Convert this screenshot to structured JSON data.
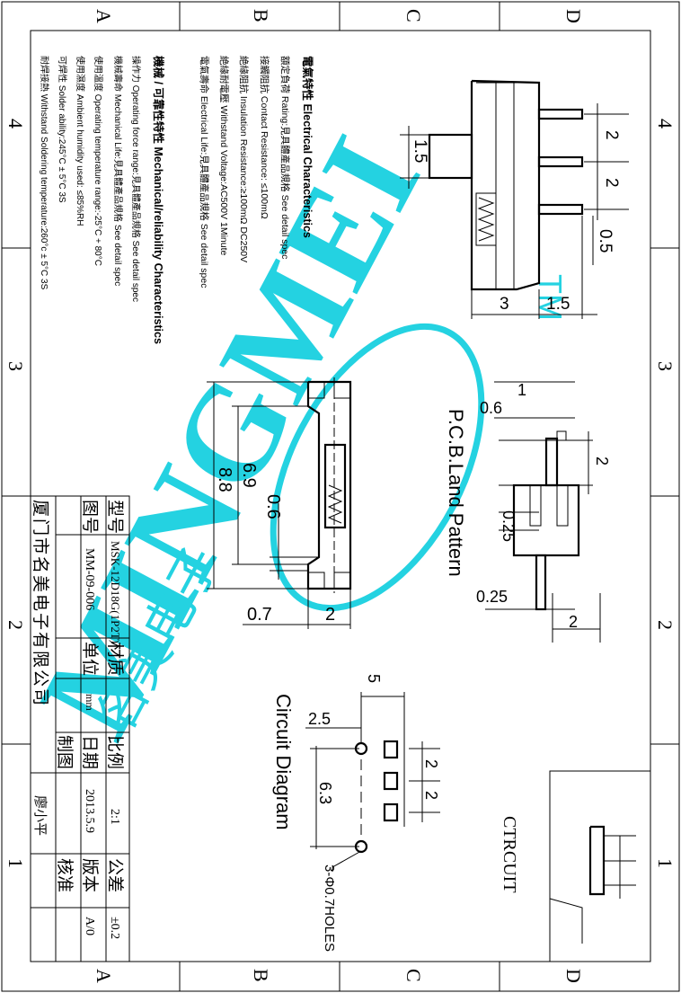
{
  "frame": {
    "cols_top": [
      "A",
      "B",
      "C",
      "D"
    ],
    "cols_bottom": [
      "A",
      "B",
      "C",
      "D"
    ],
    "rows_left": [
      "4",
      "3",
      "2",
      "1"
    ],
    "rows_right": [
      "4",
      "3",
      "2",
      "1"
    ]
  },
  "specs": {
    "electrical_title": "電氣特性 Electrical Characteristics",
    "electrical_lines": [
      "額定負荷 Rating:見具體產品規格 See detail spec",
      "接觸阻抗 Contact Resistance: ≤100mΩ",
      "絶緣阻抗 Insulation Resistance:≥100mΩ DC250V",
      "絶緣耐電壓 Withstand Voltage:AC500V 1Minute",
      "電氣壽命 Electrical Life:見具體產品規格 See detail spec"
    ],
    "mechanical_title": "機械 / 可靠性特性 Mechanical/reliability Characteristics",
    "mechanical_lines": [
      "操作力 Operating force range:見具體產品規格 See detail spec",
      "機械壽命 Mechanical Life:見具體產品規格 See detail spec",
      "使用溫度 Operating temperature range:-25°C + 80°C",
      "使用濕度 Ambient humidity used: ≤85%RH",
      "可焊性 Solder ability:245°C ± 5°C 3S",
      "耐焊接熱 Withstand Soldering temperature:260°c ± 5°C 3S"
    ]
  },
  "dims": {
    "side_view": [
      "1.5",
      "2",
      "2",
      "0.5",
      "3",
      "1.5"
    ],
    "top_view": [
      "8.8",
      "6.9",
      "0.6",
      "0.7",
      "2"
    ],
    "pcb": [
      "1",
      "0.6",
      "2",
      "0.25",
      "0.25",
      "2"
    ],
    "circuit": [
      "5",
      "2.5",
      "2",
      "2",
      "6.3"
    ],
    "holes_label": "3-Φ0.7HOLES"
  },
  "labels": {
    "pcb_title": "P.C.B.Land Pattern",
    "circuit_title": "Circuit Diagram",
    "ctrcuit": "CTRCUIT",
    "watermark_main": "MINGMEI",
    "watermark_tm": "TM",
    "watermark_cn": "名美电子"
  },
  "title_block": {
    "model_label": "型号",
    "model_value": "MSK-12D18G(1P2T)",
    "material_label": "材质",
    "scale_label": "比例",
    "scale_value": "2:1",
    "tolerance_label": "公差",
    "tolerance_value": "±0.2",
    "drawing_no_label": "图号",
    "drawing_no_value": "MM-09-006",
    "unit_label": "单位",
    "unit_value": "mm",
    "date_label": "日期",
    "date_value": "2013.5.9",
    "version_label": "版本",
    "version_value": "A/0",
    "company": "厦门市名美电子有限公司",
    "drafter_label": "制图",
    "drafter_value": "廖小平",
    "approve_label": "核准"
  }
}
